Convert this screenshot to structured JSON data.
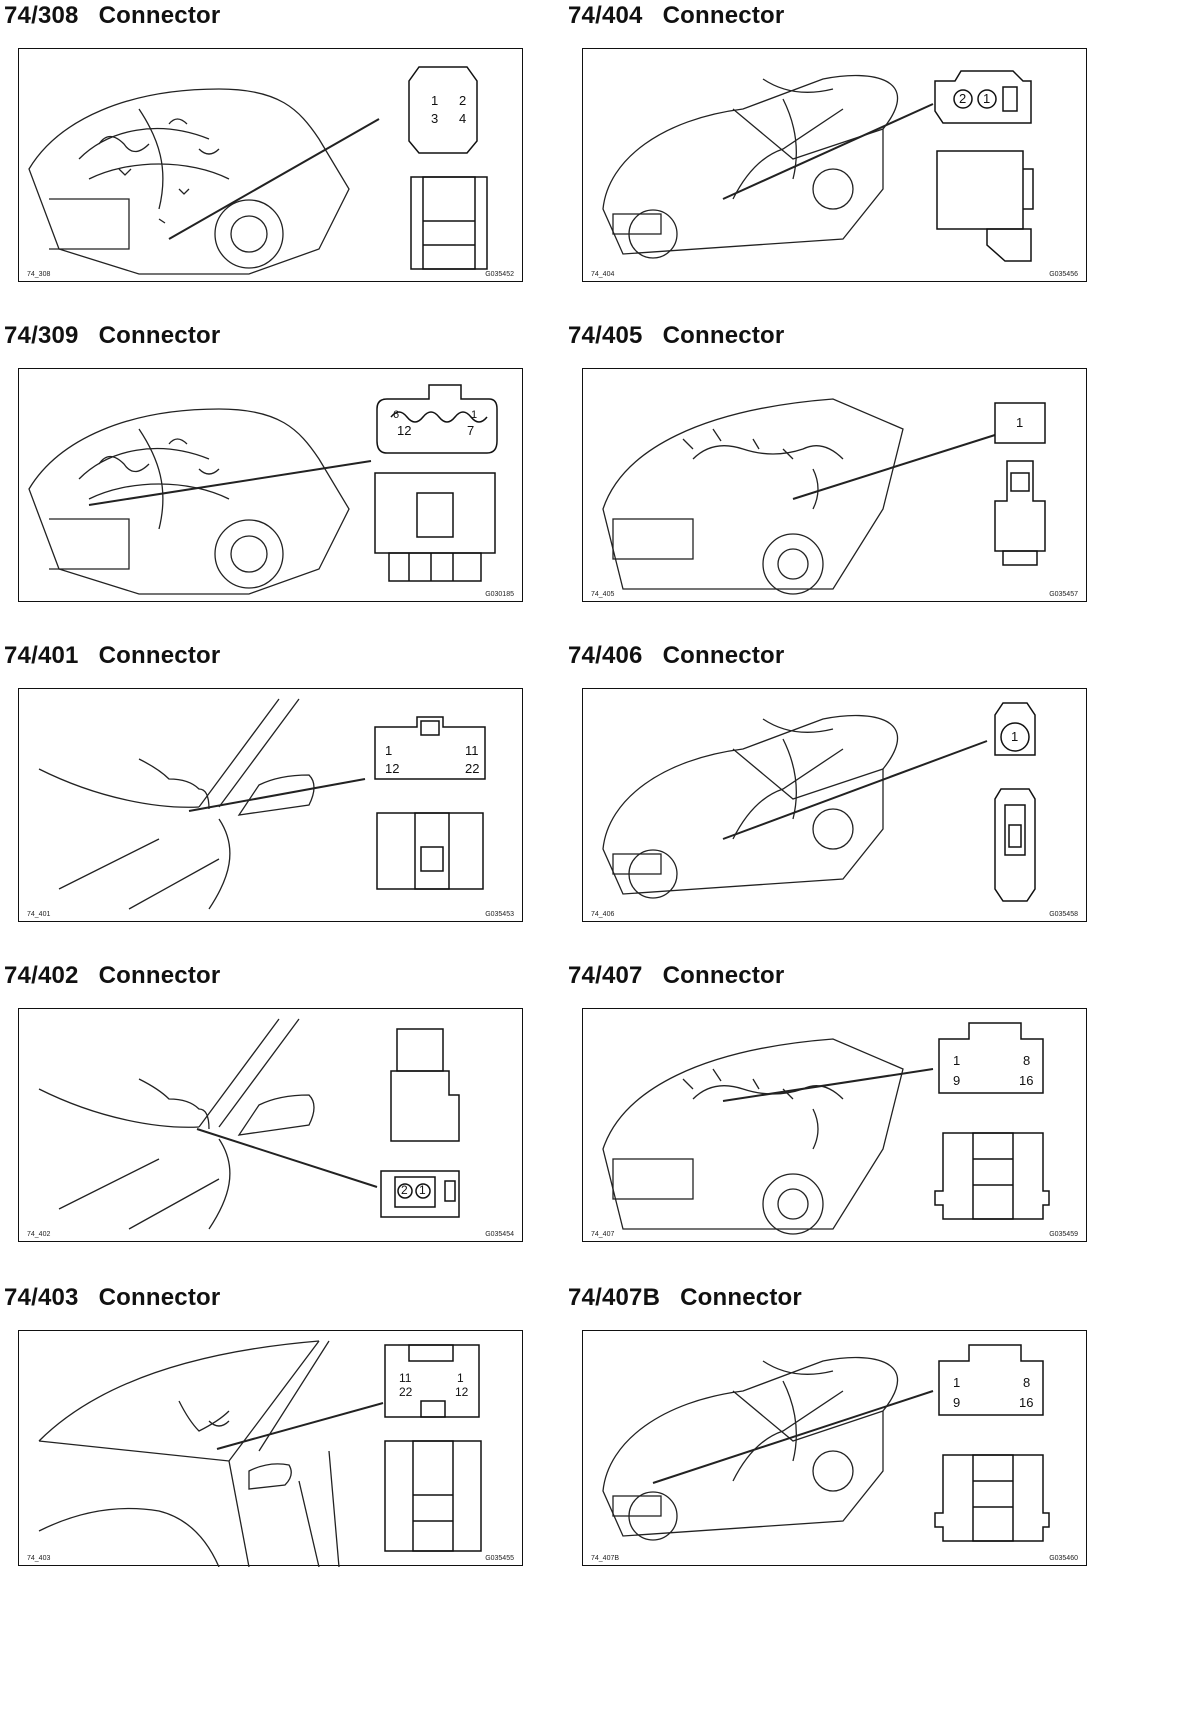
{
  "entries": [
    {
      "code": "74/308",
      "word": "Connector",
      "fig": "74_308",
      "gid": "G035452",
      "pins": [
        "1",
        "2",
        "3",
        "4"
      ]
    },
    {
      "code": "74/404",
      "word": "Connector",
      "fig": "74_404",
      "gid": "G035456",
      "pins": [
        "2",
        "1"
      ]
    },
    {
      "code": "74/309",
      "word": "Connector",
      "fig": "",
      "gid": "G030185",
      "pins": [
        "6",
        "1",
        "12",
        "7"
      ]
    },
    {
      "code": "74/405",
      "word": "Connector",
      "fig": "74_405",
      "gid": "G035457",
      "pins": [
        "1"
      ]
    },
    {
      "code": "74/401",
      "word": "Connector",
      "fig": "74_401",
      "gid": "G035453",
      "pins": [
        "1",
        "11",
        "12",
        "22"
      ]
    },
    {
      "code": "74/406",
      "word": "Connector",
      "fig": "74_406",
      "gid": "G035458",
      "pins": [
        "1"
      ]
    },
    {
      "code": "74/402",
      "word": "Connector",
      "fig": "74_402",
      "gid": "G035454",
      "pins": [
        "2",
        "1"
      ]
    },
    {
      "code": "74/407",
      "word": "Connector",
      "fig": "74_407",
      "gid": "G035459",
      "pins": [
        "1",
        "8",
        "9",
        "16"
      ]
    },
    {
      "code": "74/403",
      "word": "Connector",
      "fig": "74_403",
      "gid": "G035455",
      "pins": [
        "11",
        "1",
        "22",
        "12"
      ]
    },
    {
      "code": "74/407B",
      "word": "Connector",
      "fig": "74_407B",
      "gid": "G035460",
      "pins": [
        "1",
        "8",
        "9",
        "16"
      ]
    }
  ]
}
